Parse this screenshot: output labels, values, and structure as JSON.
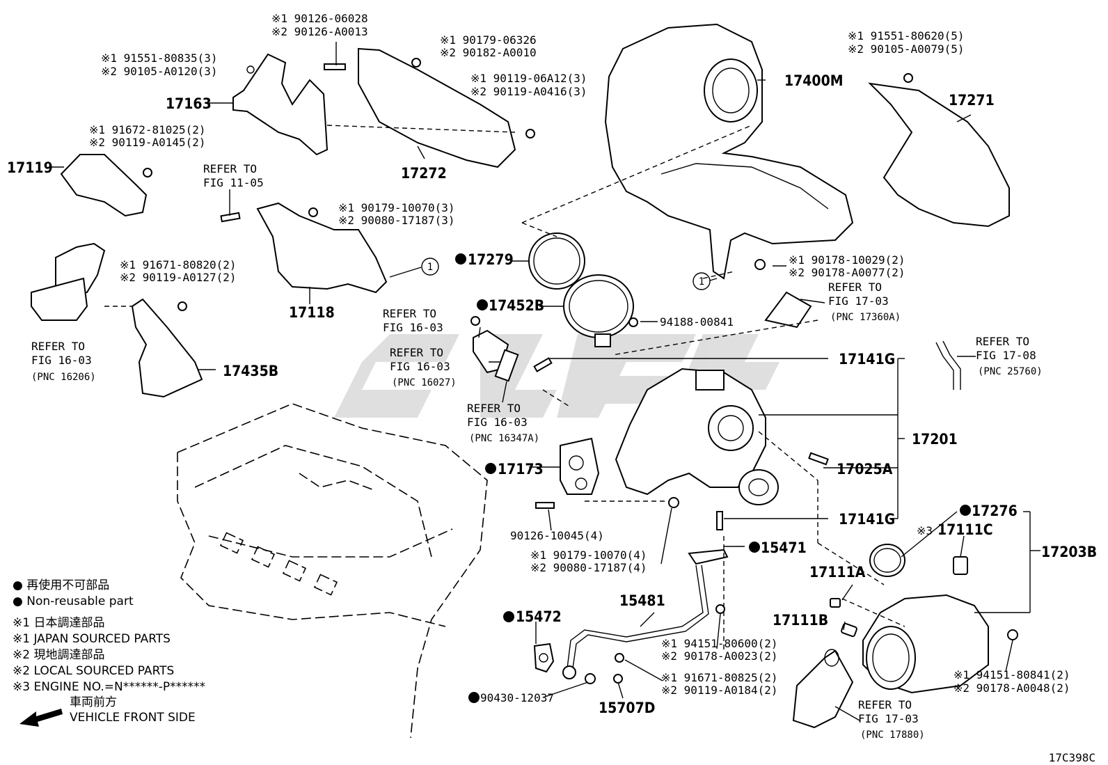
{
  "diagram_code": "17C398C",
  "parts": {
    "p17163": "17163",
    "p17119": "17119",
    "p17272": "17272",
    "p17118": "17118",
    "p17435b": "17435B",
    "p17400m": "17400M",
    "p17271": "17271",
    "p17279": "17279",
    "p17452b": "17452B",
    "p17141g_top": "17141G",
    "p17201": "17201",
    "p17025a": "17025A",
    "p17141g_bottom": "17141G",
    "p17173": "17173",
    "p17276": "17276",
    "p17111c": "17111C",
    "p17203b": "17203B",
    "p17111a": "17111A",
    "p17111b": "17111B",
    "p15471": "15471",
    "p15481": "15481",
    "p15472": "15472",
    "p15707d": "15707D",
    "p90430": "90430-12037",
    "p94188": "94188-00841",
    "p90126_10045": "90126-10045(4)"
  },
  "fasteners": {
    "f_90126_06028": "※1 90126-06028",
    "f_90126_a0013": "※2 90126-A0013",
    "f_91551_80835": "※1 91551-80835(3)",
    "f_90105_a0120": "※2 90105-A0120(3)",
    "f_90179_06326": "※1 90179-06326",
    "f_90182_a0010": "※2 90182-A0010",
    "f_90119_06a12": "※1 90119-06A12(3)",
    "f_90119_a0416": "※2 90119-A0416(3)",
    "f_91672_81025": "※1 91672-81025(2)",
    "f_90119_a0145": "※2 90119-A0145(2)",
    "f_90179_10070_3": "※1 90179-10070(3)",
    "f_90080_17187_3": "※2 90080-17187(3)",
    "f_91671_80820": "※1 91671-80820(2)",
    "f_90119_a0127": "※2 90119-A0127(2)",
    "f_91551_80620": "※1 91551-80620(5)",
    "f_90105_a0079": "※2 90105-A0079(5)",
    "f_90178_10029": "※1 90178-10029(2)",
    "f_90178_a0077": "※2 90178-A0077(2)",
    "f_90179_10070_4": "※1 90179-10070(4)",
    "f_90080_17187_4": "※2 90080-17187(4)",
    "f_94151_80600": "※1 94151-80600(2)",
    "f_90178_a0023": "※2 90178-A0023(2)",
    "f_91671_80825": "※1 91671-80825(2)",
    "f_90119_a0184": "※2 90119-A0184(2)",
    "f_94151_80841": "※1 94151-80841(2)",
    "f_90178_a0048": "※2 90178-A0048(2)"
  },
  "refs": {
    "refer_to": "REFER TO",
    "fig_11_05": "FIG 11-05",
    "fig_16_03": "FIG 16-03",
    "fig_17_03": "FIG 17-03",
    "fig_17_08": "FIG 17-08",
    "pnc_16206": "(PNC 16206)",
    "pnc_16027": "(PNC 16027)",
    "pnc_16347a": "(PNC 16347A)",
    "pnc_17360a": "(PNC 17360A)",
    "pnc_25760": "(PNC 25760)",
    "pnc_17880": "(PNC 17880)"
  },
  "callout_marker": "1",
  "legend": {
    "nonreusable_jp": "● 再使用不可部品",
    "nonreusable_en": "● Non-reusable part",
    "note1_jp": "※1 日本調達部品",
    "note1_en": "※1 JAPAN SOURCED PARTS",
    "note2_jp": "※2 現地調達部品",
    "note2_en": "※2 LOCAL SOURCED PARTS",
    "note3": "※3 ENGINE NO.=N******-P******",
    "front_jp": "車両前方",
    "front_en": "VEHICLE FRONT SIDE"
  },
  "callout_3": "※3"
}
